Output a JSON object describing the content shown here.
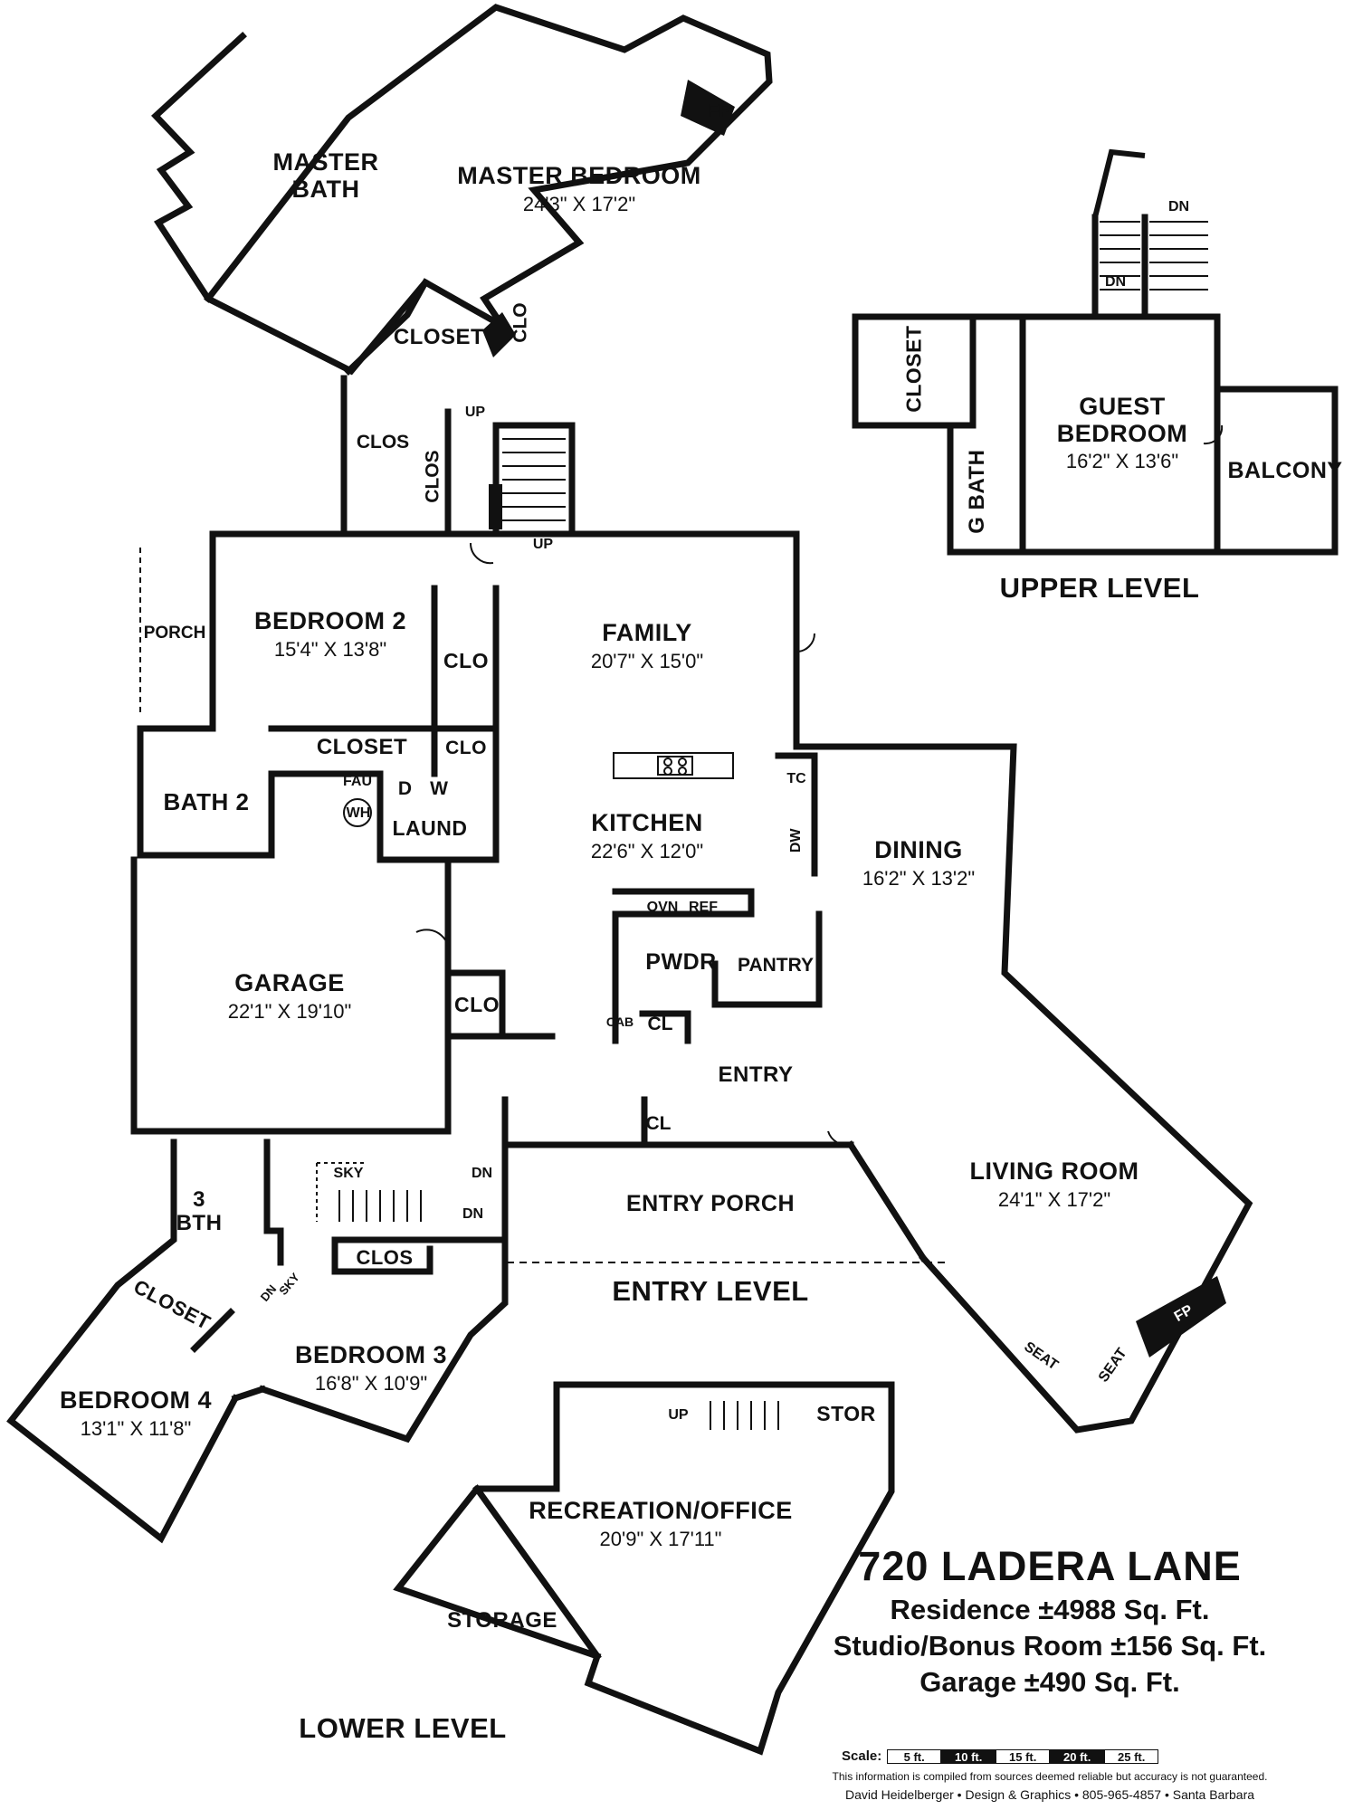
{
  "rooms": {
    "master_bath": "MASTER\nBATH",
    "master_bedroom": {
      "name": "MASTER BEDROOM",
      "dim": "24'3\" X 17'2\""
    },
    "fp": "FP",
    "closet_master": "CLOSET",
    "clo_master": "CLO",
    "clos_a": "CLOS",
    "clos_b": "CLOS",
    "up_top": "UP",
    "up_stair": "UP",
    "porch": "PORCH",
    "bedroom2": {
      "name": "BEDROOM 2",
      "dim": "15'4\" X 13'8\""
    },
    "clo_b2": "CLO",
    "closet_b2": "CLOSET",
    "clo_b2b": "CLO",
    "family": {
      "name": "FAMILY",
      "dim": "20'7\" X 15'0\""
    },
    "bath2": "BATH 2",
    "fau": "FAU",
    "wh": "WH",
    "dryer": "D",
    "washer": "W",
    "laund": "LAUND",
    "kitchen": {
      "name": "KITCHEN",
      "dim": "22'6\" X 12'0\""
    },
    "tc": "TC",
    "dw": "DW",
    "dining": {
      "name": "DINING",
      "dim": "16'2\" X 13'2\""
    },
    "ovn": "OVN",
    "ref": "REF",
    "pwdr": "PWDR",
    "pantry": "PANTRY",
    "cab": "CAB",
    "cl_a": "CL",
    "cl_b": "CL",
    "garage": {
      "name": "GARAGE",
      "dim": "22'1\" X 19'10\""
    },
    "clo_garage": "CLO",
    "entry": "ENTRY",
    "living": {
      "name": "LIVING ROOM",
      "dim": "24'1\" X 17'2\""
    },
    "entry_porch": "ENTRY PORCH",
    "sky": "SKY",
    "dn_a": "DN",
    "dn_b": "DN",
    "dn_c": "DN",
    "sky_b": "SKY",
    "bath3": "3\nBTH",
    "clos_c": "CLOS",
    "closet_b4": "CLOSET",
    "bedroom3": {
      "name": "BEDROOM 3",
      "dim": "16'8\" X 10'9\""
    },
    "bedroom4": {
      "name": "BEDROOM 4",
      "dim": "13'1\" X 11'8\""
    },
    "seat_a": "SEAT",
    "seat_b": "SEAT",
    "fp_living": "FP",
    "closet_guest": "CLOSET",
    "g_bath": "G BATH",
    "guest_bedroom": {
      "name": "GUEST\nBEDROOM",
      "dim": "16'2\" X 13'6\""
    },
    "balcony": "BALCONY",
    "dn_guest_a": "DN",
    "dn_guest_b": "DN",
    "up_rec": "UP",
    "stor": "STOR",
    "recreation": {
      "name": "RECREATION/OFFICE",
      "dim": "20'9\" X 17'11\""
    },
    "storage": "STORAGE"
  },
  "levels": {
    "upper": "UPPER LEVEL",
    "entry": "ENTRY LEVEL",
    "lower": "LOWER LEVEL"
  },
  "title_block": {
    "address": "720 LADERA LANE",
    "residence": "Residence ±4988 Sq. Ft.",
    "studio": "Studio/Bonus Room ±156 Sq. Ft.",
    "garage": "Garage ±490 Sq. Ft."
  },
  "scale": {
    "label": "Scale:",
    "segments": [
      "5 ft.",
      "10 ft.",
      "15 ft.",
      "20 ft.",
      "25 ft."
    ]
  },
  "disclaimer": "This information is compiled from sources deemed reliable but accuracy is not guaranteed.",
  "credit": "David Heidelberger • Design & Graphics • 805-965-4857 • Santa Barbara"
}
